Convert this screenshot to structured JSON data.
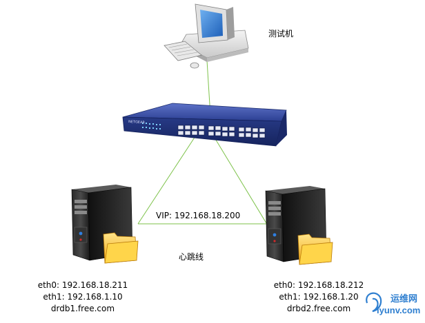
{
  "nodes": {
    "test_machine": {
      "label": "测试机"
    },
    "switch": {
      "brand": "NETGEAR"
    },
    "node1": {
      "eth0": "eth0: 192.168.18.211",
      "eth1": "eth1: 192.168.1.10",
      "hostname": "drdb1.free.com"
    },
    "node2": {
      "eth0": "eth0: 192.168.18.212",
      "eth1": "eth1: 192.168.1.20",
      "hostname": "drbd2.free.com"
    }
  },
  "edges": {
    "vip": "VIP: 192.168.18.200",
    "heartbeat": "心跳线"
  },
  "watermark": {
    "cn": "运维网",
    "en": "iyunv.com"
  },
  "colors": {
    "link": "#7dc24a",
    "switch": "#2b3f8f",
    "server": "#1f1f1f",
    "folder": "#f3b21c"
  },
  "icons": [
    "computer-icon",
    "switch-icon",
    "server-icon",
    "folder-icon"
  ]
}
